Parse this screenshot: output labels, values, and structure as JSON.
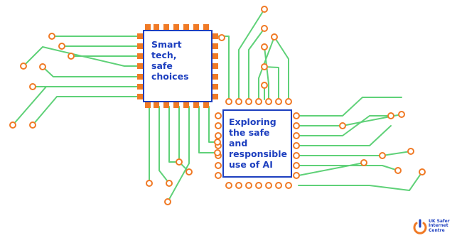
{
  "chips": [
    {
      "id": "chip1",
      "text": "Smart\ntech,\nsafe\nchoices"
    },
    {
      "id": "chip2",
      "text": "Exploring\nthe safe\nand\nresponsible\nuse of AI"
    }
  ],
  "logo": {
    "icon": "power-icon",
    "text": "UK Safer\nInternet\nCentre"
  },
  "colors": {
    "trace": "#5fd178",
    "pad": "#f07a26",
    "chip_border": "#1d3fbf",
    "chip_text": "#1d3fbf"
  }
}
